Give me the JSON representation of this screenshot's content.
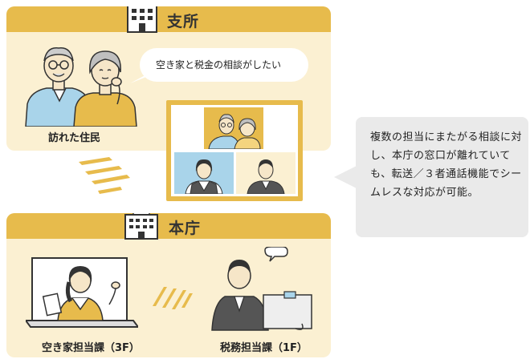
{
  "branch": {
    "title": "支所",
    "speech": "空き家と税金の相談がしたい",
    "caption": "訪れた住民"
  },
  "headquarters": {
    "title": "本庁",
    "left_caption": "空き家担当課（3F）",
    "right_caption": "税務担当課（1F）"
  },
  "note": {
    "text": "複数の担当にまたがる相談に対し、本庁の窓口が離れていても、転送／３者通話機能でシームレスな対応が可能。"
  },
  "colors": {
    "panel_bg": "#fbf0d2",
    "panel_header": "#e7bb4c",
    "accent": "#e7bb4c",
    "note_bg": "#eaeaea"
  }
}
